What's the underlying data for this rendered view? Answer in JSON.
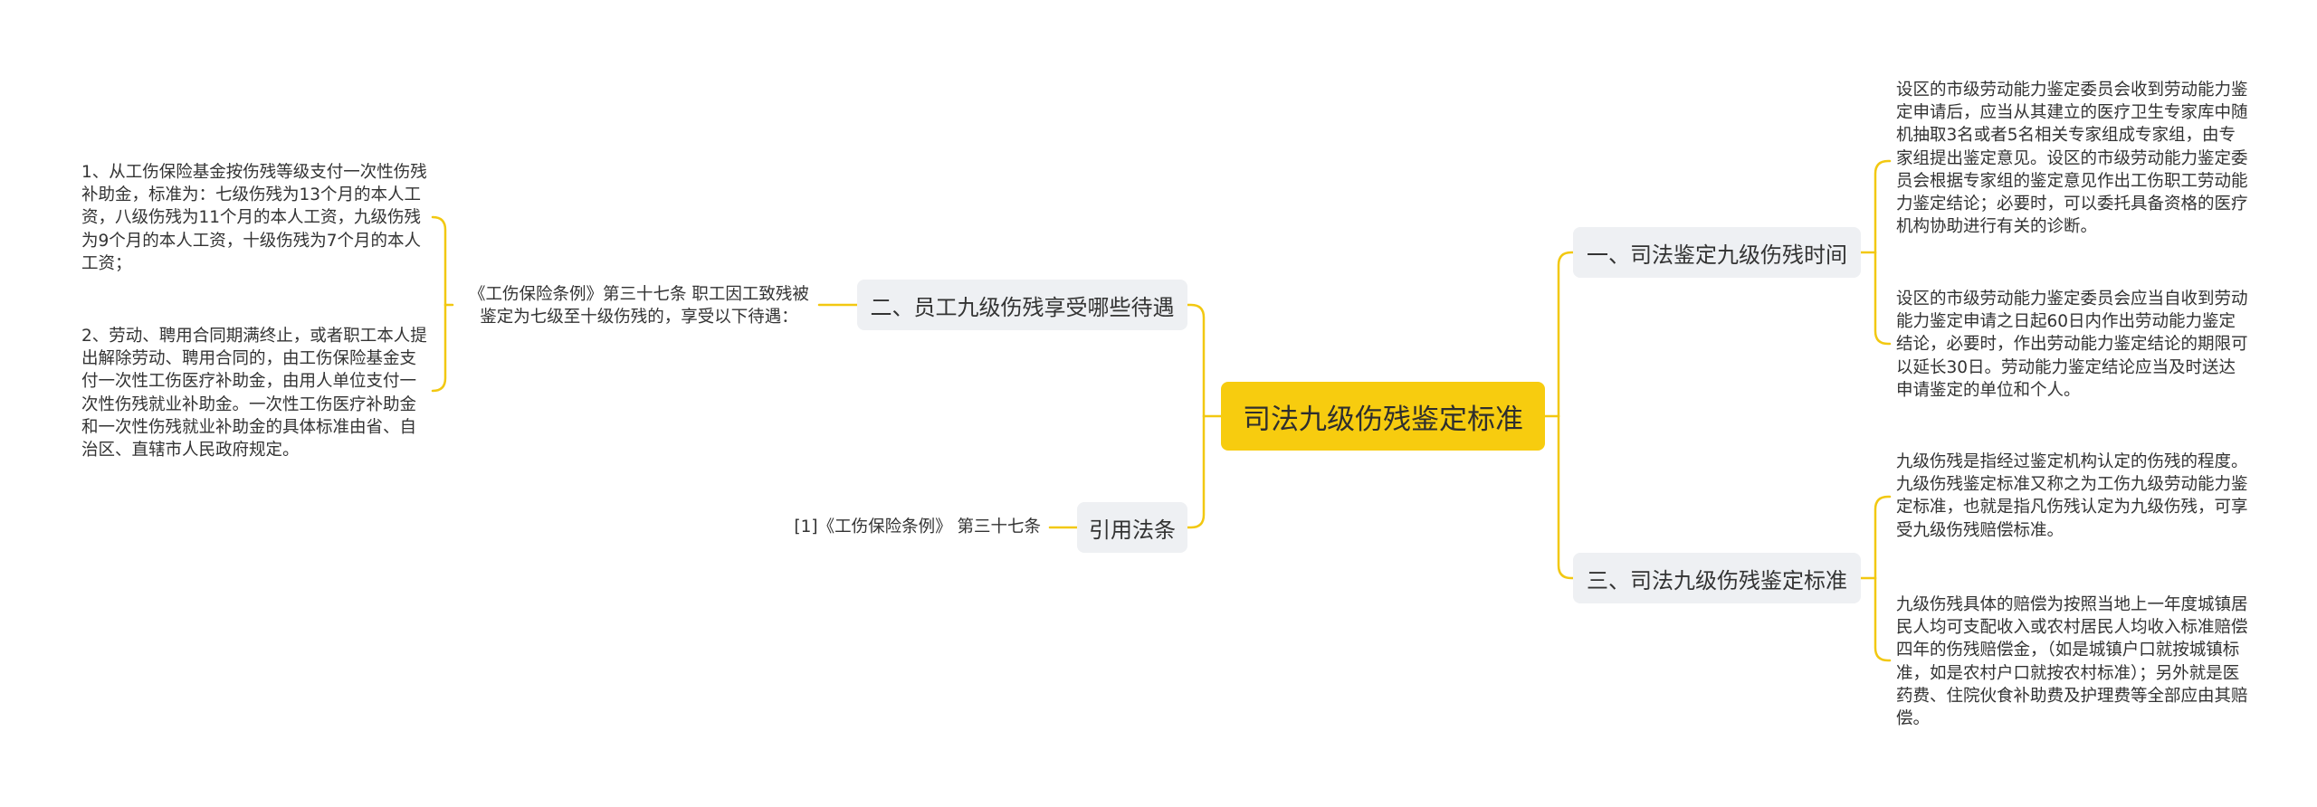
{
  "colors": {
    "root_fill": "#f7cc0f",
    "branch_fill": "#eef0f3",
    "connector": "#f2c811",
    "text": "#333333"
  },
  "root": {
    "label": "司法九级伤残鉴定标准"
  },
  "branches": {
    "rights": {
      "label": "二、员工九级伤残享受哪些待遇",
      "intro": "《工伤保险条例》第三十七条 职工因工致残被鉴定为七级至十级伤残的，享受以下待遇：",
      "items": [
        "1、从工伤保险基金按伤残等级支付一次性伤残补助金，标准为：七级伤残为13个月的本人工资，八级伤残为11个月的本人工资，九级伤残为9个月的本人工资，十级伤残为7个月的本人工资；",
        "2、劳动、聘用合同期满终止，或者职工本人提出解除劳动、聘用合同的，由工伤保险基金支付一次性工伤医疗补助金，由用人单位支付一次性伤残就业补助金。一次性工伤医疗补助金和一次性伤残就业补助金的具体标准由省、自治区、直辖市人民政府规定。"
      ]
    },
    "law": {
      "label": "引用法条",
      "citation": "[1]《工伤保险条例》 第三十七条"
    },
    "time": {
      "label": "一、司法鉴定九级伤残时间",
      "items": [
        "设区的市级劳动能力鉴定委员会收到劳动能力鉴定申请后，应当从其建立的医疗卫生专家库中随机抽取3名或者5名相关专家组成专家组，由专家组提出鉴定意见。设区的市级劳动能力鉴定委员会根据专家组的鉴定意见作出工伤职工劳动能力鉴定结论；必要时，可以委托具备资格的医疗机构协助进行有关的诊断。",
        "设区的市级劳动能力鉴定委员会应当自收到劳动能力鉴定申请之日起60日内作出劳动能力鉴定结论，必要时，作出劳动能力鉴定结论的期限可以延长30日。劳动能力鉴定结论应当及时送达申请鉴定的单位和个人。"
      ]
    },
    "standard": {
      "label": "三、司法九级伤残鉴定标准",
      "items": [
        "九级伤残是指经过鉴定机构认定的伤残的程度。九级伤残鉴定标准又称之为工伤九级劳动能力鉴定标准，也就是指凡伤残认定为九级伤残，可享受九级伤残赔偿标准。",
        "九级伤残具体的赔偿为按照当地上一年度城镇居民人均可支配收入或农村居民人均收入标准赔偿四年的伤残赔偿金，（如是城镇户口就按城镇标准，如是农村户口就按农村标准）；另外就是医药费、住院伙食补助费及护理费等全部应由其赔偿。"
      ]
    }
  }
}
